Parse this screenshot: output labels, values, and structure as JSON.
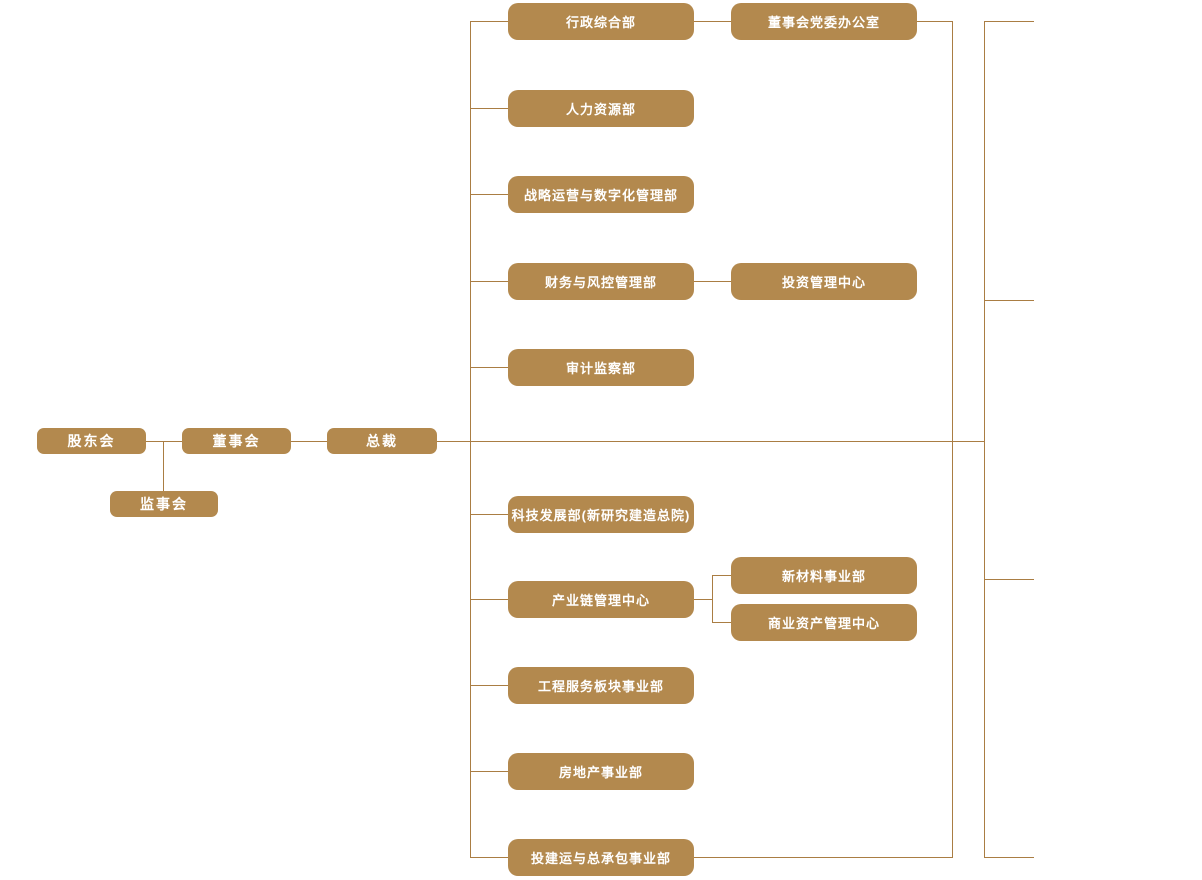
{
  "colors": {
    "node_fill": "#b3894e",
    "connector": "#aa7d43",
    "node_text": "#ffffff",
    "background": "#ffffff"
  },
  "org_chart": {
    "governance": {
      "shareholders": "股东会",
      "supervisory_board": "监事会",
      "board_of_directors": "董事会",
      "president": "总裁"
    },
    "functional_departments": [
      {
        "label": "行政综合部",
        "children": [
          "董事会党委办公室"
        ]
      },
      {
        "label": "人力资源部",
        "children": []
      },
      {
        "label": "战略运营与数字化管理部",
        "children": []
      },
      {
        "label": "财务与风控管理部",
        "children": [
          "投资管理中心"
        ]
      },
      {
        "label": "审计监察部",
        "children": []
      }
    ],
    "business_units": [
      {
        "label": "科技发展部(新研究建造总院)",
        "children": []
      },
      {
        "label": "产业链管理中心",
        "children": [
          "新材料事业部",
          "商业资产管理中心"
        ]
      },
      {
        "label": "工程服务板块事业部",
        "children": []
      },
      {
        "label": "房地产事业部",
        "children": []
      },
      {
        "label": "投建运与总承包事业部",
        "children": []
      }
    ]
  }
}
